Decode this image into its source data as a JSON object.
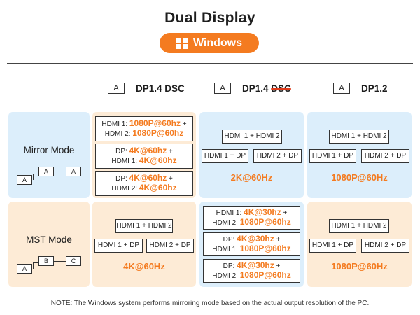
{
  "header": {
    "title": "Dual Display",
    "os_label": "Windows",
    "os_icon": "windows-logo-icon"
  },
  "columns": [
    {
      "badge": "A",
      "label": "DP1.4 DSC",
      "strike": ""
    },
    {
      "badge": "A",
      "label": "DP1.4 ",
      "strike": "DSC"
    },
    {
      "badge": "A",
      "label": "DP1.2",
      "strike": ""
    }
  ],
  "rows": {
    "mirror": {
      "label": "Mirror Mode",
      "diagram": [
        "A",
        "A",
        "A"
      ],
      "dsc": [
        {
          "l1": "HDMI 1: ",
          "v1": "1080P@60hz",
          "s1": " +",
          "l2": "HDMI 2: ",
          "v2": "1080P@60hz"
        },
        {
          "l1": "DP: ",
          "v1": "4K@60hz",
          "s1": " +",
          "l2": "HDMI 1: ",
          "v2": "4K@60hz"
        },
        {
          "l1": "DP: ",
          "v1": "4K@60hz",
          "s1": " +",
          "l2": "HDMI 2: ",
          "v2": "4K@60hz"
        }
      ],
      "nodsc": {
        "top": "HDMI 1 + HDMI 2",
        "left": "HDMI 1 + DP",
        "right": "HDMI 2 + DP",
        "res": "2K@60Hz"
      },
      "dp12": {
        "top": "HDMI 1 + HDMI 2",
        "left": "HDMI 1 + DP",
        "right": "HDMI 2 + DP",
        "res": "1080P@60Hz"
      }
    },
    "mst": {
      "label": "MST Mode",
      "diagram": [
        "A",
        "B",
        "C"
      ],
      "dsc": {
        "top": "HDMI 1 + HDMI 2",
        "left": "HDMI 1 + DP",
        "right": "HDMI 2 + DP",
        "res": "4K@60Hz"
      },
      "nodsc": [
        {
          "l1": "HDMI 1: ",
          "v1": "4K@30hz",
          "s1": " +",
          "l2": "HDMI 2: ",
          "v2": "1080P@60hz"
        },
        {
          "l1": "DP: ",
          "v1": "4K@30hz",
          "s1": " +",
          "l2": "HDMI 1: ",
          "v2": "1080P@60hz"
        },
        {
          "l1": "DP: ",
          "v1": "4K@30hz",
          "s1": " +",
          "l2": "HDMI 2: ",
          "v2": "1080P@60hz"
        }
      ],
      "dp12": {
        "top": "HDMI 1 + HDMI 2",
        "left": "HDMI 1 + DP",
        "right": "HDMI 2 + DP",
        "res": "1080P@60Hz"
      }
    }
  },
  "note": "NOTE:  The Windows system performs mirroring mode based on the actual output resolution of the PC.",
  "colors": {
    "accent": "#f47b20",
    "mirror_bg": "#dceefb",
    "mst_bg": "#fdebd6"
  }
}
